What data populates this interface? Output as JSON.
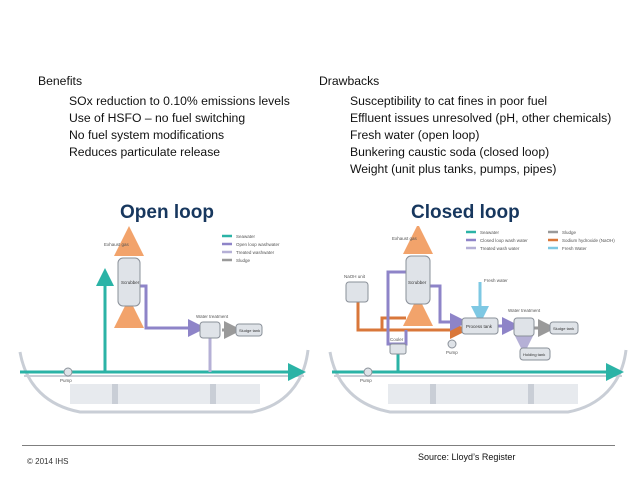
{
  "benefits": {
    "heading": "Benefits",
    "items": [
      "SOx reduction to 0.10% emissions levels",
      "Use of HSFO – no fuel switching",
      "No fuel system modifications",
      "Reduces particulate release"
    ]
  },
  "drawbacks": {
    "heading": "Drawbacks",
    "items": [
      "Susceptibility to cat fines in poor fuel",
      "Effluent issues unresolved (pH, other chemicals)",
      "Fresh water (open loop)",
      "Bunkering caustic soda (closed loop)",
      "Weight (unit plus tanks, pumps, pipes)"
    ]
  },
  "open_loop": {
    "title": "Open loop",
    "legend": [
      "Seawater",
      "Open loop washwater",
      "Treated washwater",
      "Sludge"
    ],
    "labels": {
      "exhaust": "Exhaust gas",
      "scrubber": "Scrubber",
      "water_treatment": "Water treatment",
      "sludge_tank": "Sludge tank",
      "pump": "Pump"
    }
  },
  "closed_loop": {
    "title": "Closed loop",
    "legend": [
      "Seawater",
      "Closed loop wash water",
      "Treated wash water",
      "Sludge",
      "Sodium hydroxide (NaOH)",
      "Fresh Water"
    ],
    "labels": {
      "exhaust": "Exhaust gas",
      "naoh_unit": "NaOH unit",
      "scrubber": "Scrubber",
      "fresh_water": "Fresh water",
      "water_treatment": "Water treatment",
      "process_tank": "Process tank",
      "sludge_tank": "Sludge tank",
      "holding_tank": "Holding tank",
      "cooler": "Cooler",
      "pump": "Pump"
    }
  },
  "colors": {
    "title": "#17375e",
    "seawater": "#2bb3a6",
    "washwater": "#8e84c8",
    "treated": "#b5b0d6",
    "sludge": "#9a9a9a",
    "naoh": "#d9773a",
    "fresh": "#7ec8e3",
    "exhaust": "#f2a36b"
  },
  "footer": {
    "copyright": "© 2014 IHS",
    "source": "Source: Lloyd’s Register"
  }
}
